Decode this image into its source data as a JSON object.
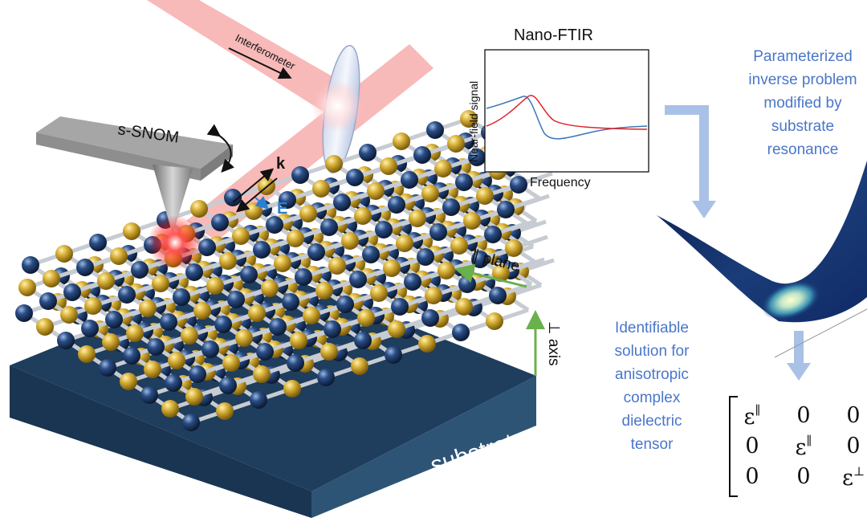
{
  "labels": {
    "interferometer": "Interferometer",
    "s_snom": "s-SNOM",
    "k": "k",
    "e": "E",
    "parallel_plane": "∥ plane",
    "perp_axis": "⊥ axis",
    "substrate": "substrate"
  },
  "plot": {
    "title": "Nano-FTIR",
    "xlabel": "Frequency",
    "ylabel": "Near-field signal"
  },
  "text_blocks": {
    "inverse_problem": [
      "Parameterized",
      "inverse problem",
      "modified by",
      "substrate",
      "resonance"
    ],
    "solution": [
      "Identifiable",
      "solution for",
      "anisotropic",
      "complex",
      "dielectric",
      "tensor"
    ]
  },
  "tensor": {
    "row1": [
      "ε",
      "0",
      "0"
    ],
    "row2": [
      "0",
      "ε",
      "0"
    ],
    "row3": [
      "0",
      "0",
      "ε"
    ],
    "sup_par": "∥",
    "sup_perp": "⊥"
  },
  "colors": {
    "text_blue": "#4a76c9",
    "arrow_blue": "#a9c1e6",
    "arrow_green": "#6ab04c",
    "laser": "#f6a8a8",
    "substrate_top": "#1f3d5c",
    "substrate_front": "#2d5475",
    "atom_gold": "#c9a12a",
    "atom_navy": "#1d3c6b",
    "curve_red": "#e0242a",
    "curve_blue": "#3a76b8"
  }
}
